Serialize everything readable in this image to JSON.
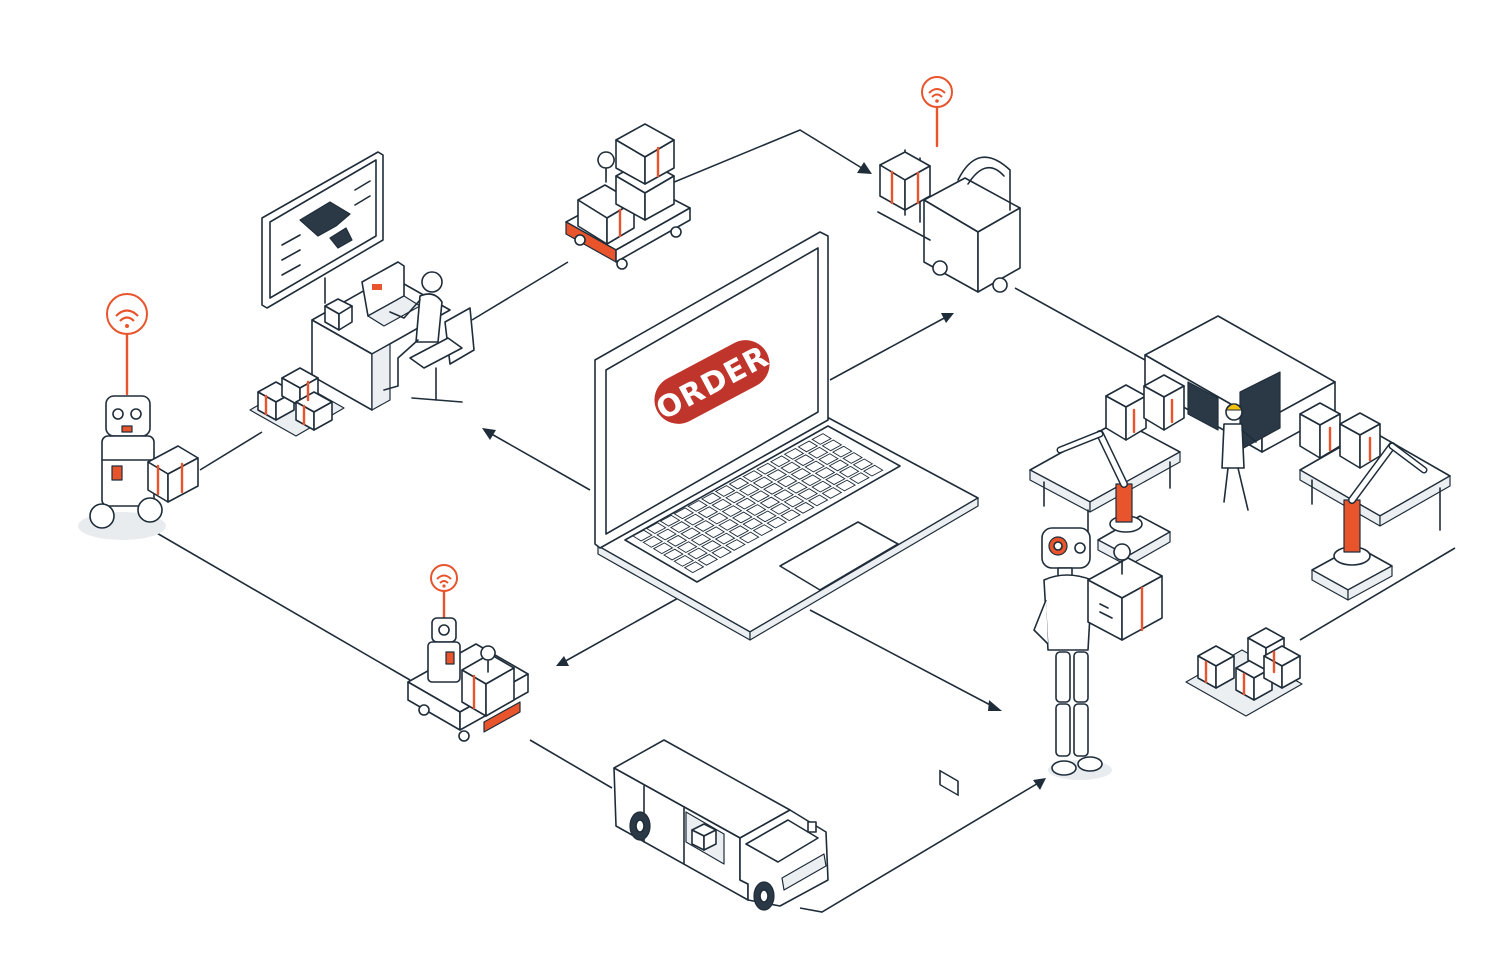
{
  "screen": {
    "label": "ORDER",
    "accent_color": "#c0352b"
  },
  "colors": {
    "line": "#1f2d3a",
    "accent": "#e8542c",
    "light_fill": "#eceff2",
    "dark_fill": "#2b3947",
    "background": "#ffffff"
  },
  "nodes": [
    {
      "id": "laptop",
      "icon": "laptop-icon"
    },
    {
      "id": "boxes-cart",
      "icon": "boxes-cart-icon"
    },
    {
      "id": "forklift",
      "icon": "forklift-icon"
    },
    {
      "id": "operator-desk",
      "icon": "operator-desk-icon"
    },
    {
      "id": "service-robot",
      "icon": "robot-icon"
    },
    {
      "id": "automated-factory",
      "icon": "factory-line-icon"
    },
    {
      "id": "humanoid-robot",
      "icon": "humanoid-robot-icon"
    },
    {
      "id": "delivery-agv",
      "icon": "agv-robot-icon"
    },
    {
      "id": "delivery-van",
      "icon": "van-icon"
    },
    {
      "id": "pallets",
      "icon": "pallet-icon"
    }
  ]
}
